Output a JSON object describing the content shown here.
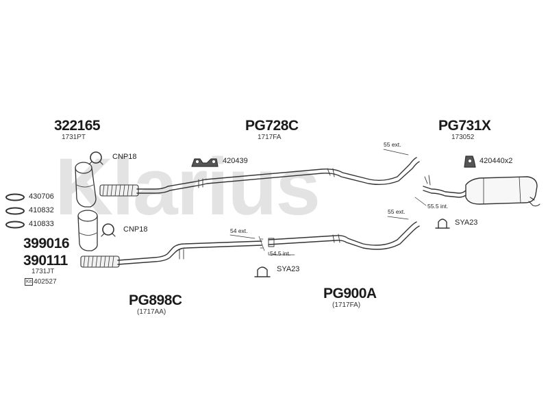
{
  "watermark": "Klarius",
  "parts": {
    "p322165": {
      "number": "322165",
      "ref": "1731PT"
    },
    "pPG728C": {
      "number": "PG728C",
      "ref": "1717FA"
    },
    "pPG731X": {
      "number": "PG731X",
      "ref": "173052"
    },
    "p399016": {
      "number": "399016"
    },
    "p390111": {
      "number": "390111",
      "ref": "1731JT"
    },
    "kit": {
      "badge": "Kit",
      "number": "402527"
    },
    "pPG898C": {
      "number": "PG898C",
      "ref": "(1717AA)"
    },
    "pPG900A": {
      "number": "PG900A",
      "ref": "(1717FA)"
    }
  },
  "accessories": {
    "cnp18_top": "CNP18",
    "cnp18_bottom": "CNP18",
    "gasket_430706": "430706",
    "gasket_410832": "410832",
    "gasket_410833": "410833",
    "mount_420439": "420439",
    "mount_420440": "420440x2",
    "clamp_sya23_right": "SYA23",
    "clamp_sya23_center": "SYA23"
  },
  "dimensions": {
    "d55ext_top": "55 ext.",
    "d55ext_mid": "55 ext.",
    "d555int": "55.5 int.",
    "d54ext": "54 ext.",
    "d545int": "54.5 int."
  }
}
